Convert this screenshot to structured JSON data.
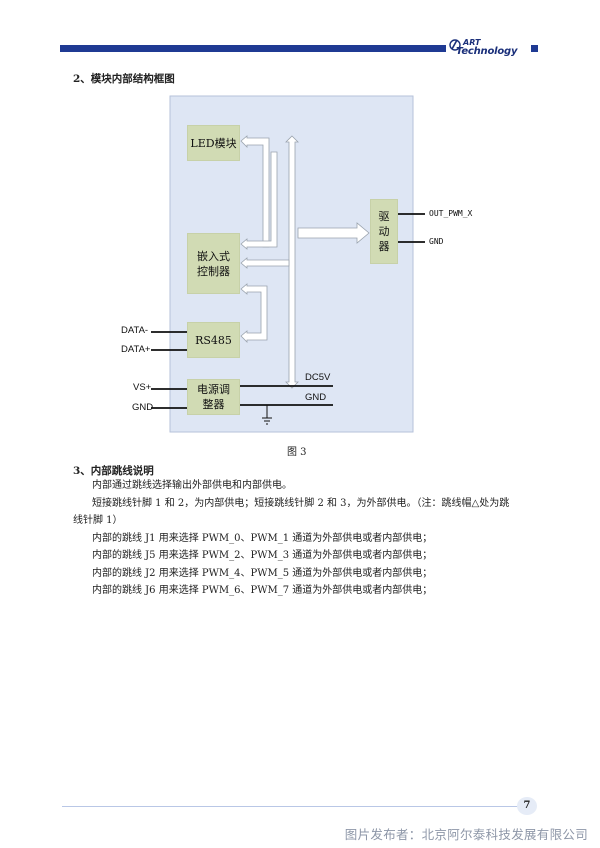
{
  "header": {
    "logo_line1": "ART",
    "logo_line2": "Technology"
  },
  "section2": {
    "heading": "2、模块内部结构框图"
  },
  "diagram": {
    "blocks": {
      "led": "LED模块",
      "mcu_line1": "嵌入式",
      "mcu_line2": "控制器",
      "rs485": "RS485",
      "power_line1": "电源调",
      "power_line2": "整器",
      "driver_line1": "驱",
      "driver_line2": "动",
      "driver_line3": "器"
    },
    "signals": {
      "data_minus": "DATA-",
      "data_plus": "DATA+",
      "vs_plus": "VS+",
      "gnd_in": "GND",
      "dc5v": "DC5V",
      "gnd_internal": "GND",
      "out_pwm": "OUT_PWM_X",
      "gnd_out": "GND"
    },
    "caption": "图 3"
  },
  "section3": {
    "heading": "3、内部跳线说明",
    "lines": [
      "内部通过跳线选择输出外部供电和内部供电。",
      "短接跳线针脚 1 和 2，为内部供电；短接跳线针脚 2 和 3，为外部供电。（注：跳线帽△处为跳",
      "线针脚 1）",
      "内部的跳线 J1 用来选择 PWM_0、PWM_1 通道为外部供电或者内部供电；",
      "内部的跳线 J5 用来选择 PWM_2、PWM_3 通道为外部供电或者内部供电；",
      "内部的跳线 J2 用来选择 PWM_4、PWM_5 通道为外部供电或者内部供电；",
      "内部的跳线 J6 用来选择 PWM_6、PWM_7 通道为外部供电或者内部供电；"
    ]
  },
  "footer": {
    "page_number": "7",
    "publisher": "图片发布者：北京阿尔泰科技发展有限公司"
  }
}
